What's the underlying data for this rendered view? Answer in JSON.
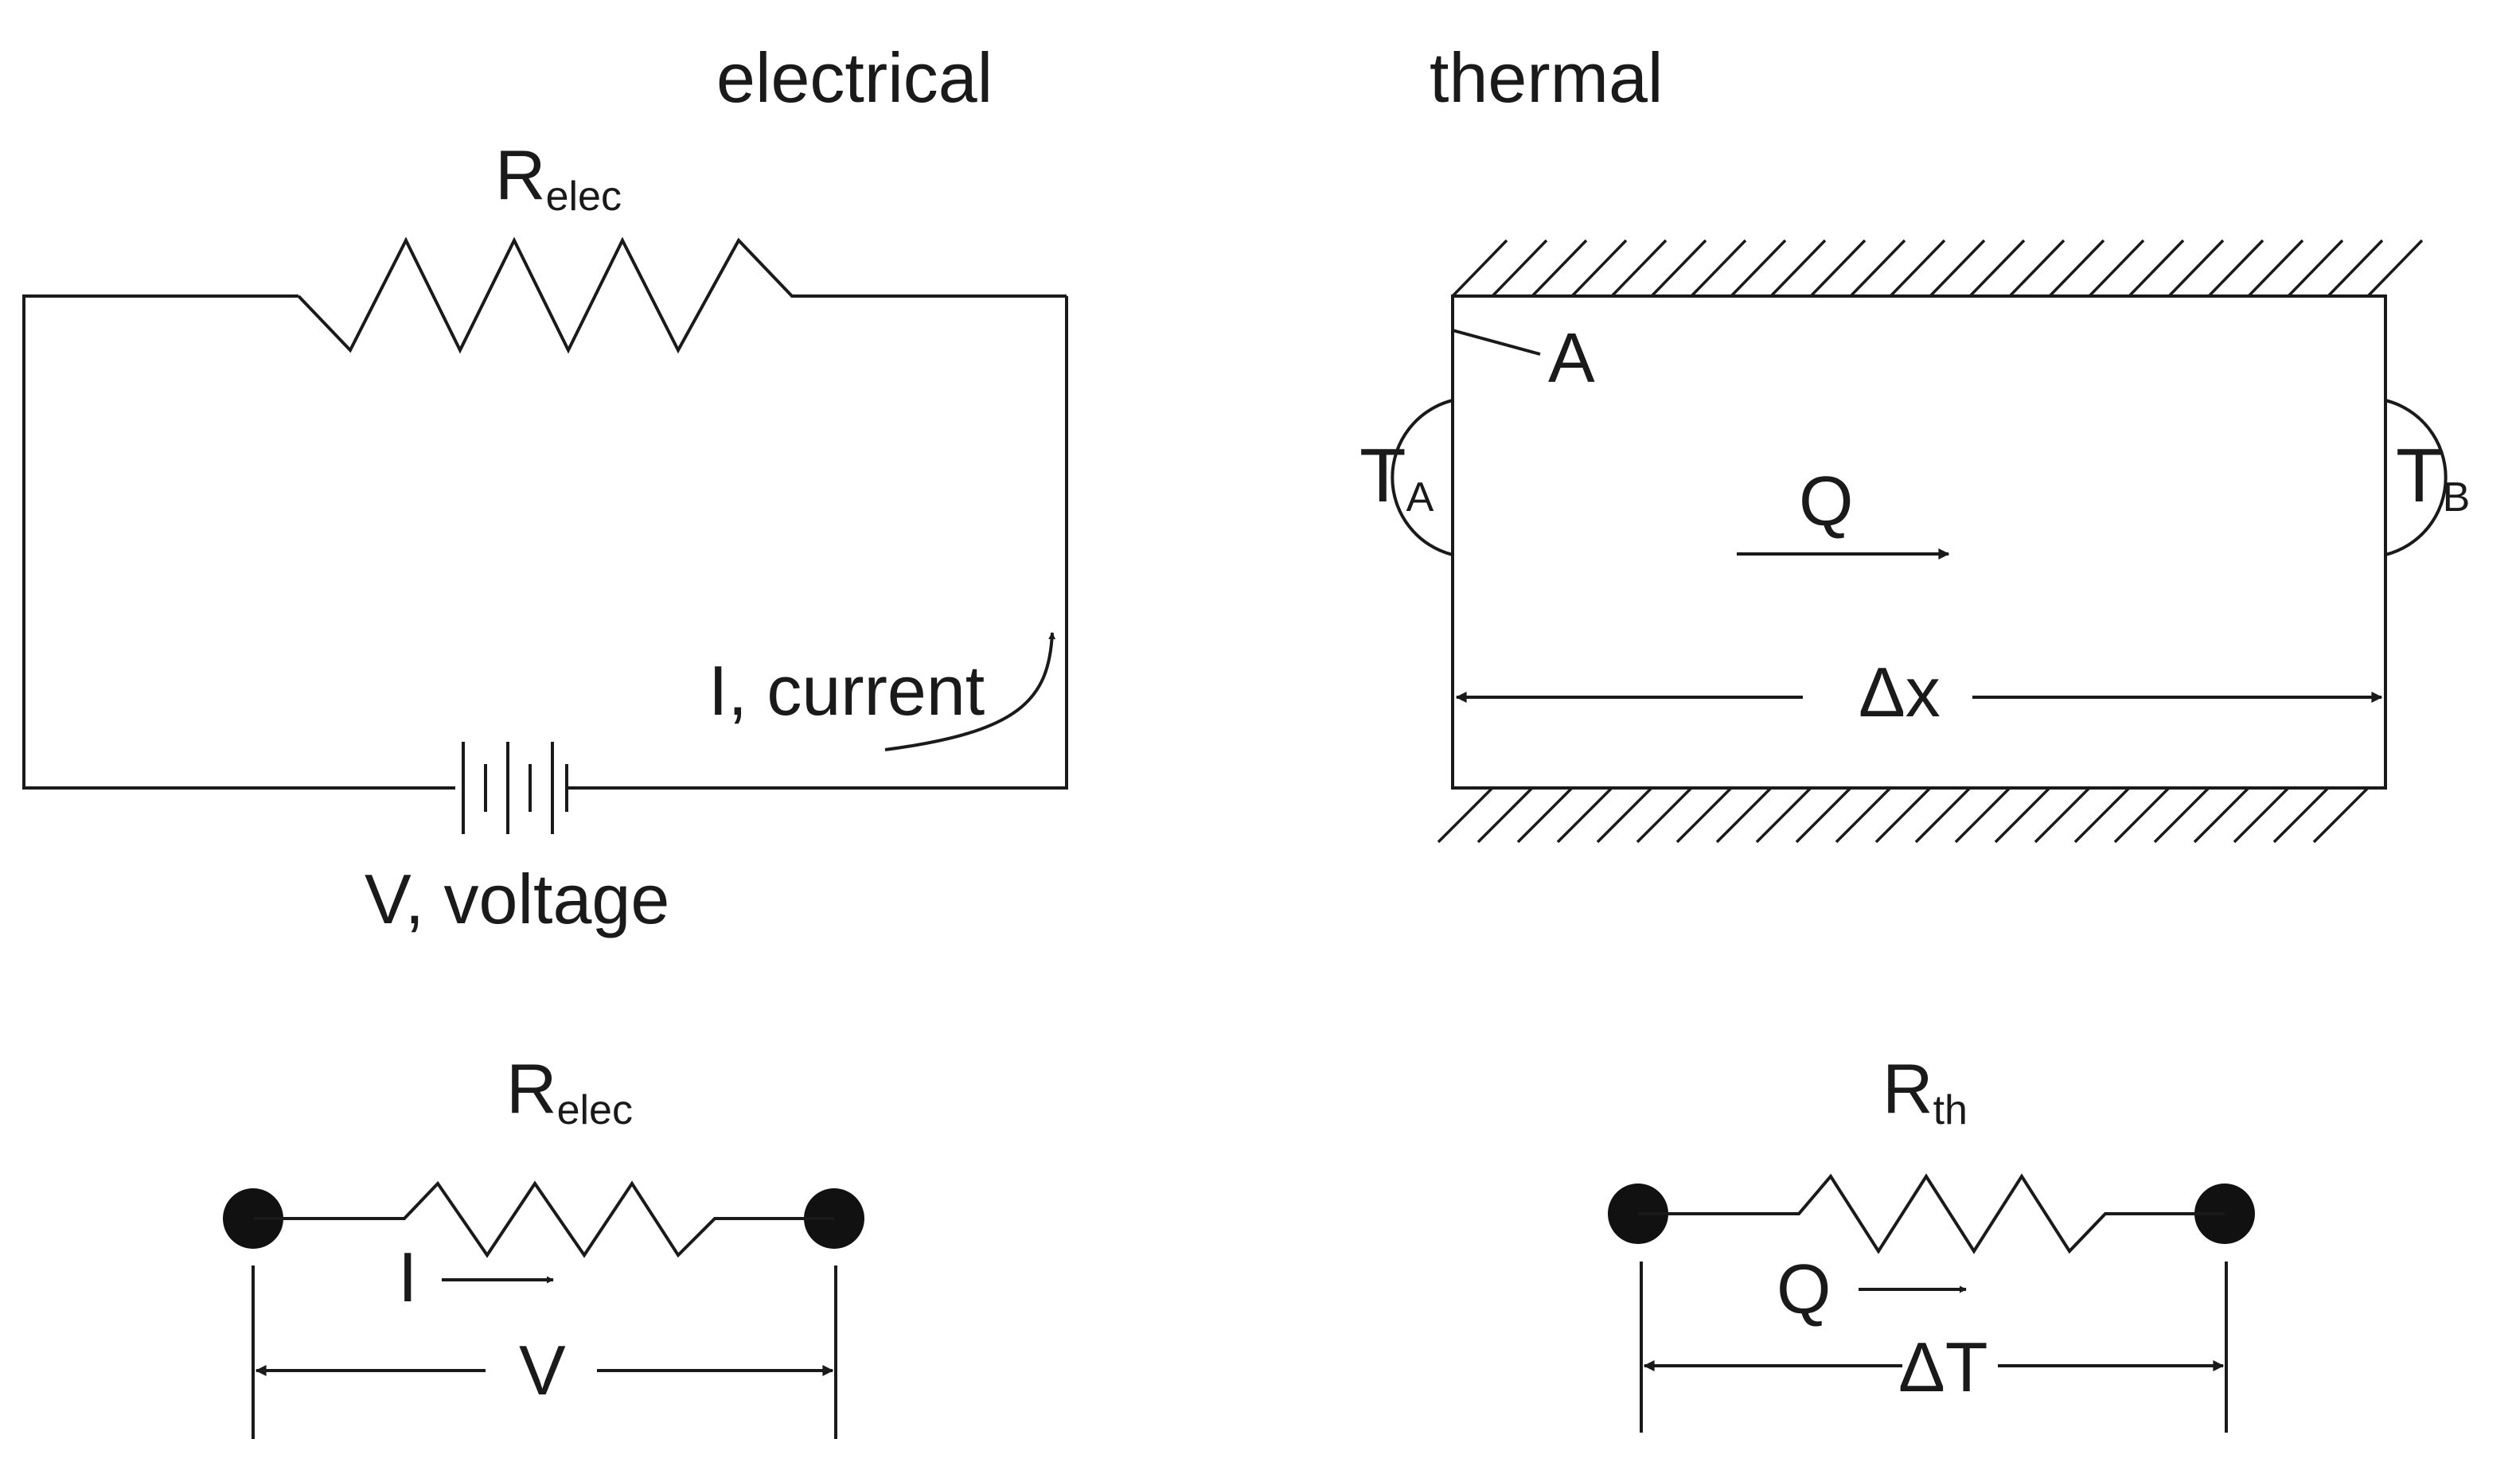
{
  "headings": {
    "electrical": "electrical",
    "thermal": "thermal"
  },
  "electrical_circuit": {
    "resistor_label": {
      "main": "R",
      "subscript": "elec"
    },
    "current_label": "I, current",
    "voltage_label": "V, voltage"
  },
  "thermal_slab": {
    "area_label": "A",
    "temp_left": {
      "main": "T",
      "subscript": "A"
    },
    "temp_right": {
      "main": "T",
      "subscript": "B"
    },
    "heat_flow_label": "Q",
    "length_label": "Δx"
  },
  "electrical_equivalent": {
    "resistor_label": {
      "main": "R",
      "subscript": "elec"
    },
    "current_label": "I",
    "voltage_label": "V"
  },
  "thermal_equivalent": {
    "resistor_label": {
      "main": "R",
      "subscript": "th"
    },
    "heat_flow_label": "Q",
    "temp_diff_label": "ΔT"
  }
}
